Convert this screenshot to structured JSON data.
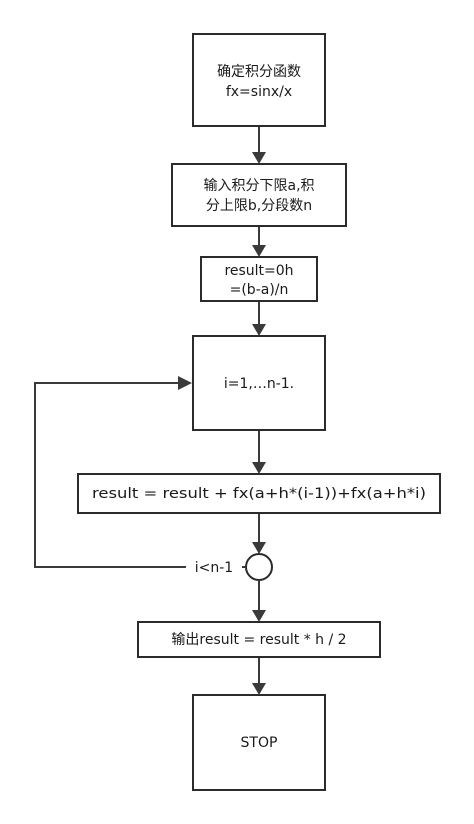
{
  "nodes": {
    "define_function": {
      "line1": "确定积分函数",
      "line2": "fx=sinx/x"
    },
    "input_limits": {
      "line1": "输入积分下限a,积",
      "line2": "分上限b,分段数n"
    },
    "init_result": {
      "line1": "result=0h",
      "line2": "=(b-a)/n"
    },
    "loop_index": {
      "line1": "i=1,…n-1."
    },
    "accumulate": {
      "line1": "result = result + fx(a+h*(i-1))+fx(a+h*i)"
    },
    "output_result": {
      "line1": "输出result = result * h / 2"
    },
    "stop": {
      "line1": "STOP"
    }
  },
  "edges": {
    "loop_condition": "i<n-1"
  }
}
